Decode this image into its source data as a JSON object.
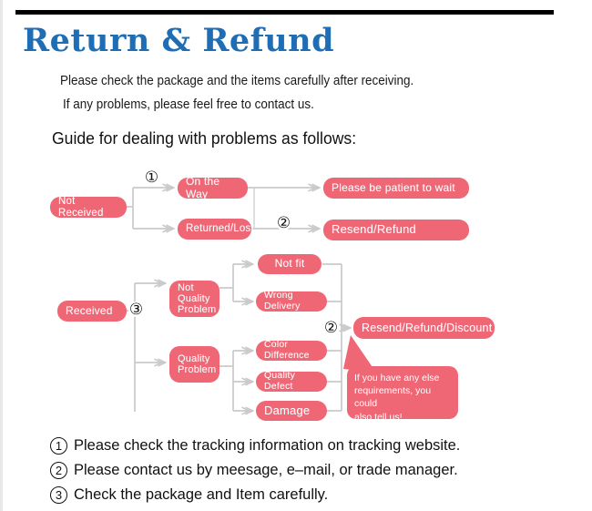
{
  "document": {
    "title": "Return & Refund",
    "title_color": "#1f6eb5",
    "accent_color": "#ef6675",
    "intro_line_1": "Please check the package and the items carefully after receiving.",
    "intro_line_2": "If any problems, please feel free to contact us.",
    "guide_heading": "Guide for dealing with problems as follows:"
  },
  "flowchart": {
    "nodes": {
      "not_received": "Not Received",
      "on_the_way": "On the Way",
      "returned_lost": "Returned/Lost",
      "please_be_patient": "Please be patient to wait",
      "resend_refund": "Resend/Refund",
      "received": "Received",
      "not_quality_problem_l1": "Not",
      "not_quality_problem_l2": "Quality",
      "not_quality_problem_l3": "Problem",
      "not_fit": "Not fit",
      "wrong_delivery": "Wrong Delivery",
      "quality_problem_l1": "Quality",
      "quality_problem_l2": "Problem",
      "color_difference": "Color Difference",
      "quality_defect": "Quality Defect",
      "damage": "Damage",
      "resend_refund_discount": "Resend/Refund/Discount"
    },
    "callout": {
      "line_1": "If you have any else",
      "line_2": "requirements, you could",
      "line_3": "also tell us!"
    },
    "markers": {
      "circle_one": "①",
      "circle_two_top": "②",
      "circle_three": "③",
      "circle_two_bottom": "②"
    }
  },
  "footer": {
    "items": [
      {
        "num": "1",
        "text": "Please check the tracking information on tracking website."
      },
      {
        "num": "2",
        "text": "Please contact us by meesage, e–mail, or trade manager."
      },
      {
        "num": "3",
        "text": "Check the package and Item carefully."
      }
    ]
  }
}
